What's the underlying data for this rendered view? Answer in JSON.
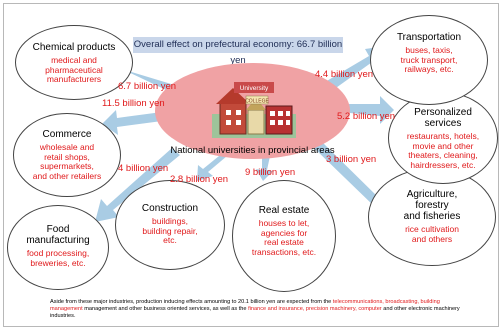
{
  "overall_effect": "Overall effect on prefectural economy: 66.7 billion yen",
  "center": {
    "label": "National universities in provincial areas",
    "university_sign": "University",
    "college_sign": "COLLEGE"
  },
  "sectors": {
    "chemical": {
      "title": "Chemical products",
      "desc": "medical and\npharmaceutical\nmanufacturers",
      "amount": "6.7 billion yen"
    },
    "commerce": {
      "title": "Commerce",
      "desc": "wholesale and\nretail shops,\nsupermarkets,\nand other retailers",
      "amount": "11.5 billion yen"
    },
    "food": {
      "title": "Food\nmanufacturing",
      "desc": "food processing,\nbreweries, etc.",
      "amount": "4 billion yen"
    },
    "construction": {
      "title": "Construction",
      "desc": "buildings,\nbuilding repair,\netc.",
      "amount": "2.8 billion yen"
    },
    "realestate": {
      "title": "Real estate",
      "desc": "houses to let,\nagencies for\nreal estate\ntransactions, etc.",
      "amount": "9 billion yen"
    },
    "agriculture": {
      "title": "Agriculture,\nforestry\nand fisheries",
      "desc": "rice cultivation\nand others",
      "amount": "3 billion yen"
    },
    "personalized": {
      "title": "Personalized\nservices",
      "desc": "restaurants, hotels,\nmovie and other\ntheaters, cleaning,\nhairdressers, etc.",
      "amount": "5.2 billion yen"
    },
    "transportation": {
      "title": "Transportation",
      "desc": "buses, taxis,\ntruck transport,\nrailways, etc.",
      "amount": "4.4 billion yen"
    }
  },
  "footnote": {
    "p1": "Aside from these major industries, production inducing effects amounting to 20.1 billion yen are expected from the ",
    "r1": "telecommunications, broadcasting, building management",
    "p2": " management and other business oriented services, as well as the ",
    "r2": "finance and insurance, precision machinery, computer",
    "p3": " and other electronic machinery industries."
  },
  "colors": {
    "arrow": "#a9cce4",
    "highlight": "#e0191b",
    "center": "#f0a2a4",
    "banner": "#c9d6ea"
  }
}
